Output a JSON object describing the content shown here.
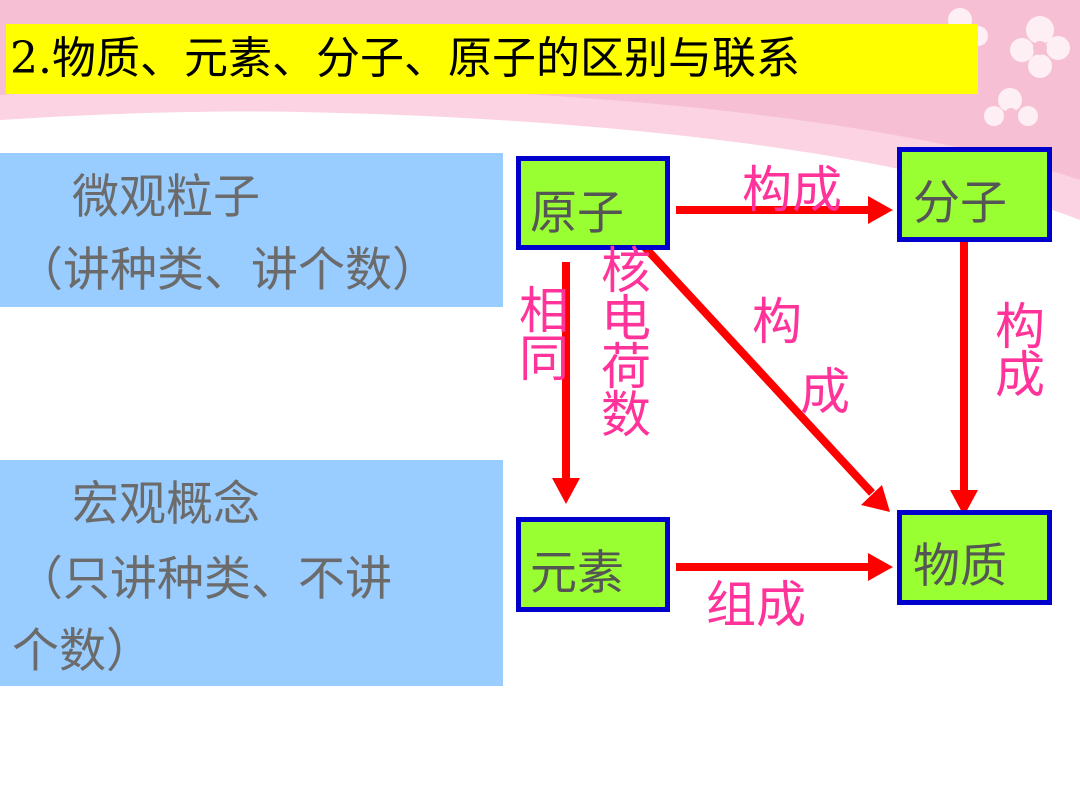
{
  "title": "2.物质、元素、分子、原子的区别与联系",
  "micro": {
    "heading": "微观粒子",
    "desc": "（讲种类、讲个数）"
  },
  "macro": {
    "heading": "宏观概念",
    "desc_line1": "（只讲种类、不讲",
    "desc_line2": "个数）"
  },
  "nodes": {
    "atom": "原子",
    "molecule": "分子",
    "element": "元素",
    "substance": "物质"
  },
  "edges": {
    "atom_to_molecule": "构成",
    "atom_to_element_a": "相同",
    "atom_to_element_b": "核电荷数",
    "atom_to_substance": "构成",
    "molecule_to_substance": "构成",
    "element_to_substance": "组成"
  },
  "colors": {
    "title_bg": "#ffff00",
    "panel_bg": "#99ccff",
    "node_bg": "#99ff33",
    "node_border": "#0000cc",
    "arrow": "#ff0000",
    "edge_label": "#ff3399"
  }
}
